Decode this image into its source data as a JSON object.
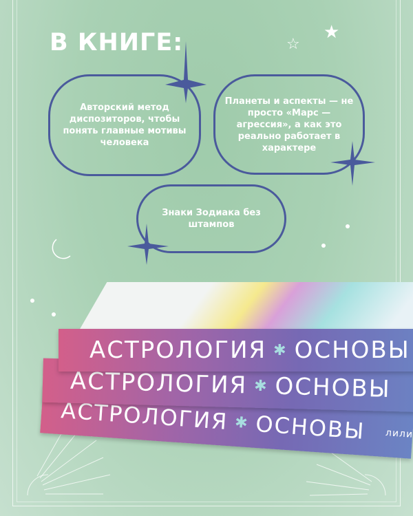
{
  "heading": "В КНИГЕ:",
  "features": [
    "Авторский метод диспозиторов, чтобы понять главные мотивы человека",
    "Планеты и аспекты — не просто «Марс — агрессия», а как это реально работает в характере",
    "Знаки Зодиака без штампов"
  ],
  "book": {
    "title_left": "АСТРОЛОГИЯ",
    "title_right": "ОСНОВЫ",
    "author_partial": "лилия л"
  },
  "colors": {
    "background": "#a9d1b4",
    "outline": "#4a5a9c",
    "spine_start": "#d35f8a",
    "spine_end": "#6b84c4"
  }
}
